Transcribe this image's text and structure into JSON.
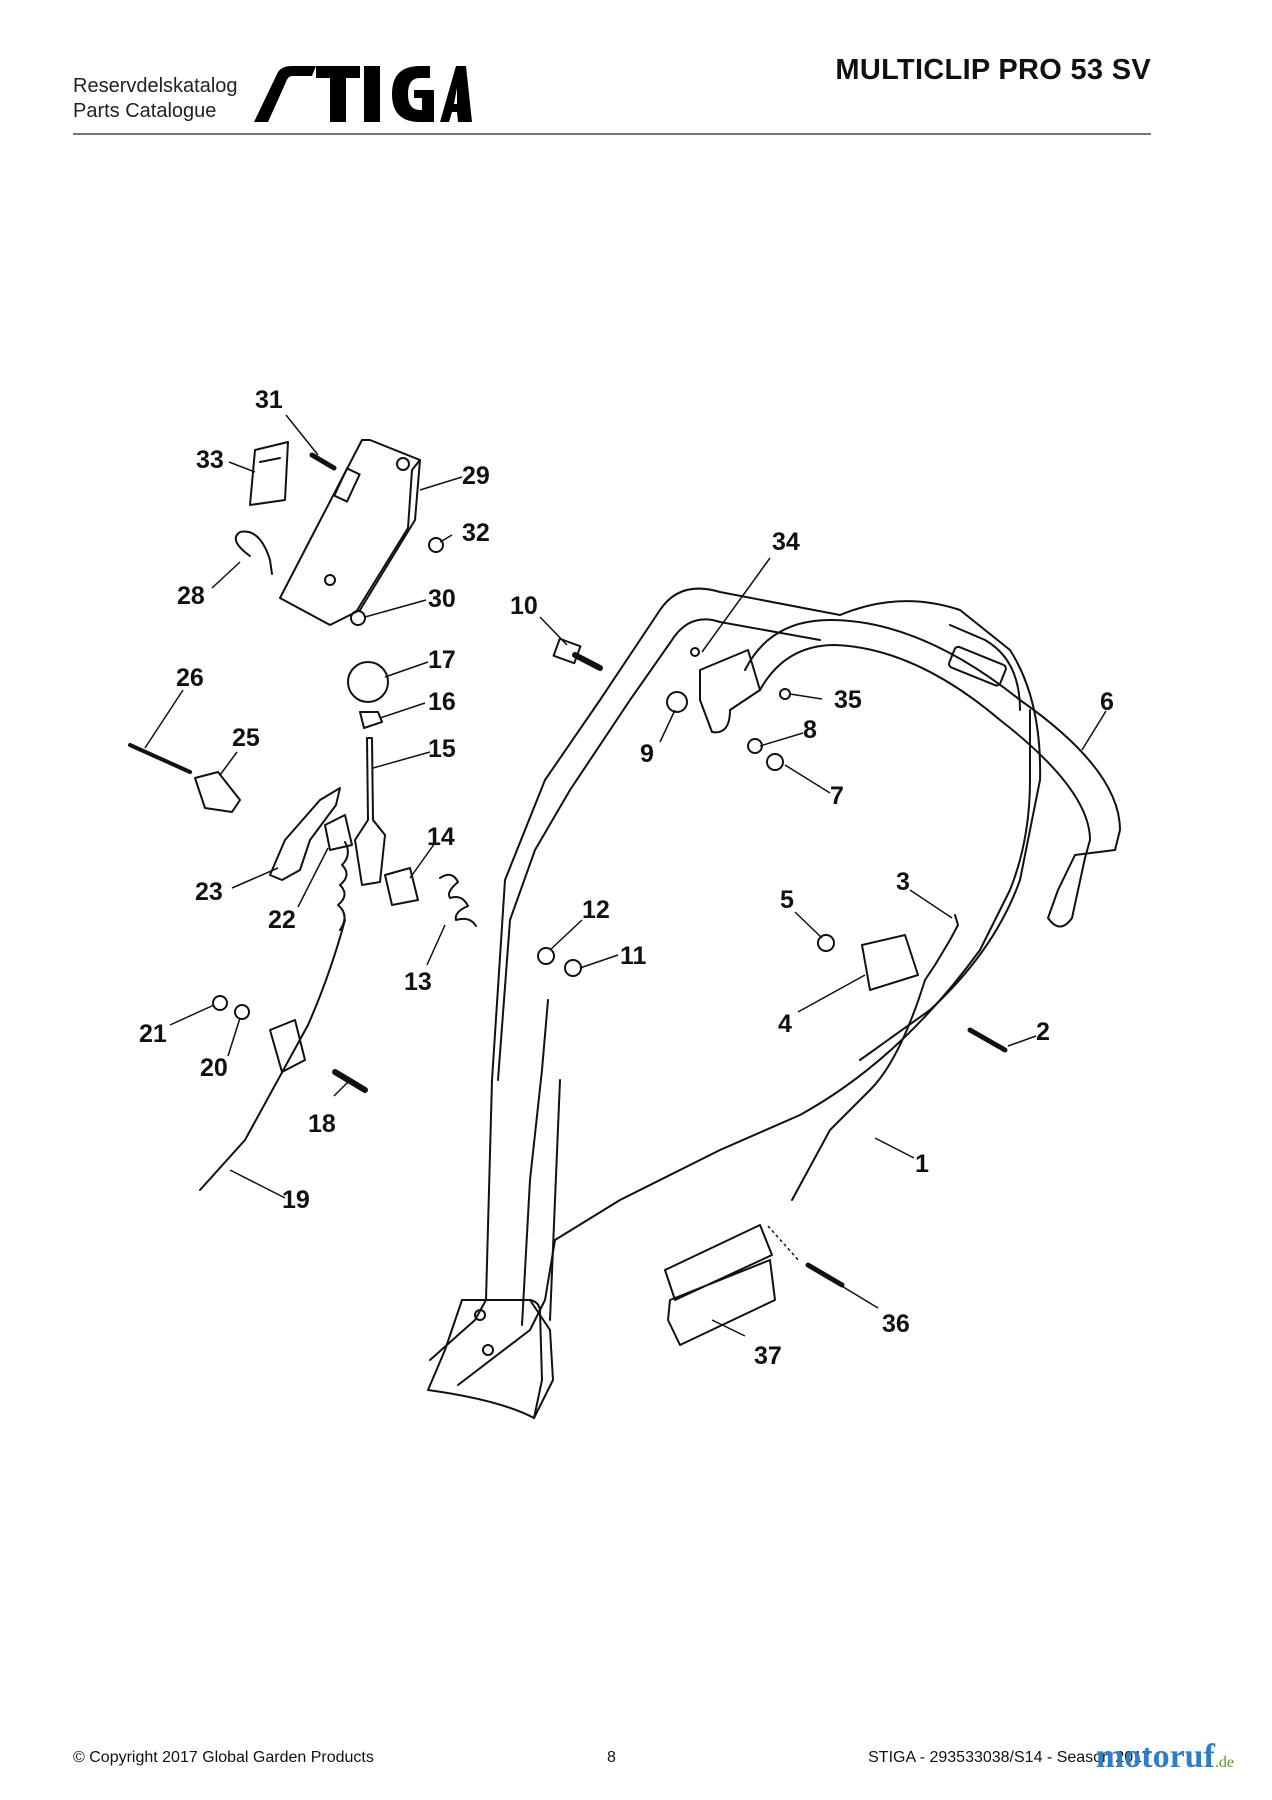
{
  "header": {
    "catalog_line1": "Reservdelskatalog",
    "catalog_line2": "Parts Catalogue",
    "brand": "STIGA",
    "model": "MULTICLIP PRO 53 SV"
  },
  "diagram": {
    "callouts": [
      "1",
      "2",
      "3",
      "4",
      "5",
      "6",
      "7",
      "8",
      "9",
      "10",
      "11",
      "12",
      "13",
      "14",
      "15",
      "16",
      "17",
      "18",
      "19",
      "20",
      "21",
      "22",
      "23",
      "25",
      "26",
      "28",
      "29",
      "30",
      "31",
      "32",
      "33",
      "34",
      "35",
      "36",
      "37"
    ],
    "ink_color": "#111111"
  },
  "footer": {
    "copyright": "© Copyright 2017 Global Garden Products",
    "page": "8",
    "docref": "STIGA - 293533038/S14 - Season 2017",
    "watermark_main": "motoruf",
    "watermark_tld": ".de"
  }
}
